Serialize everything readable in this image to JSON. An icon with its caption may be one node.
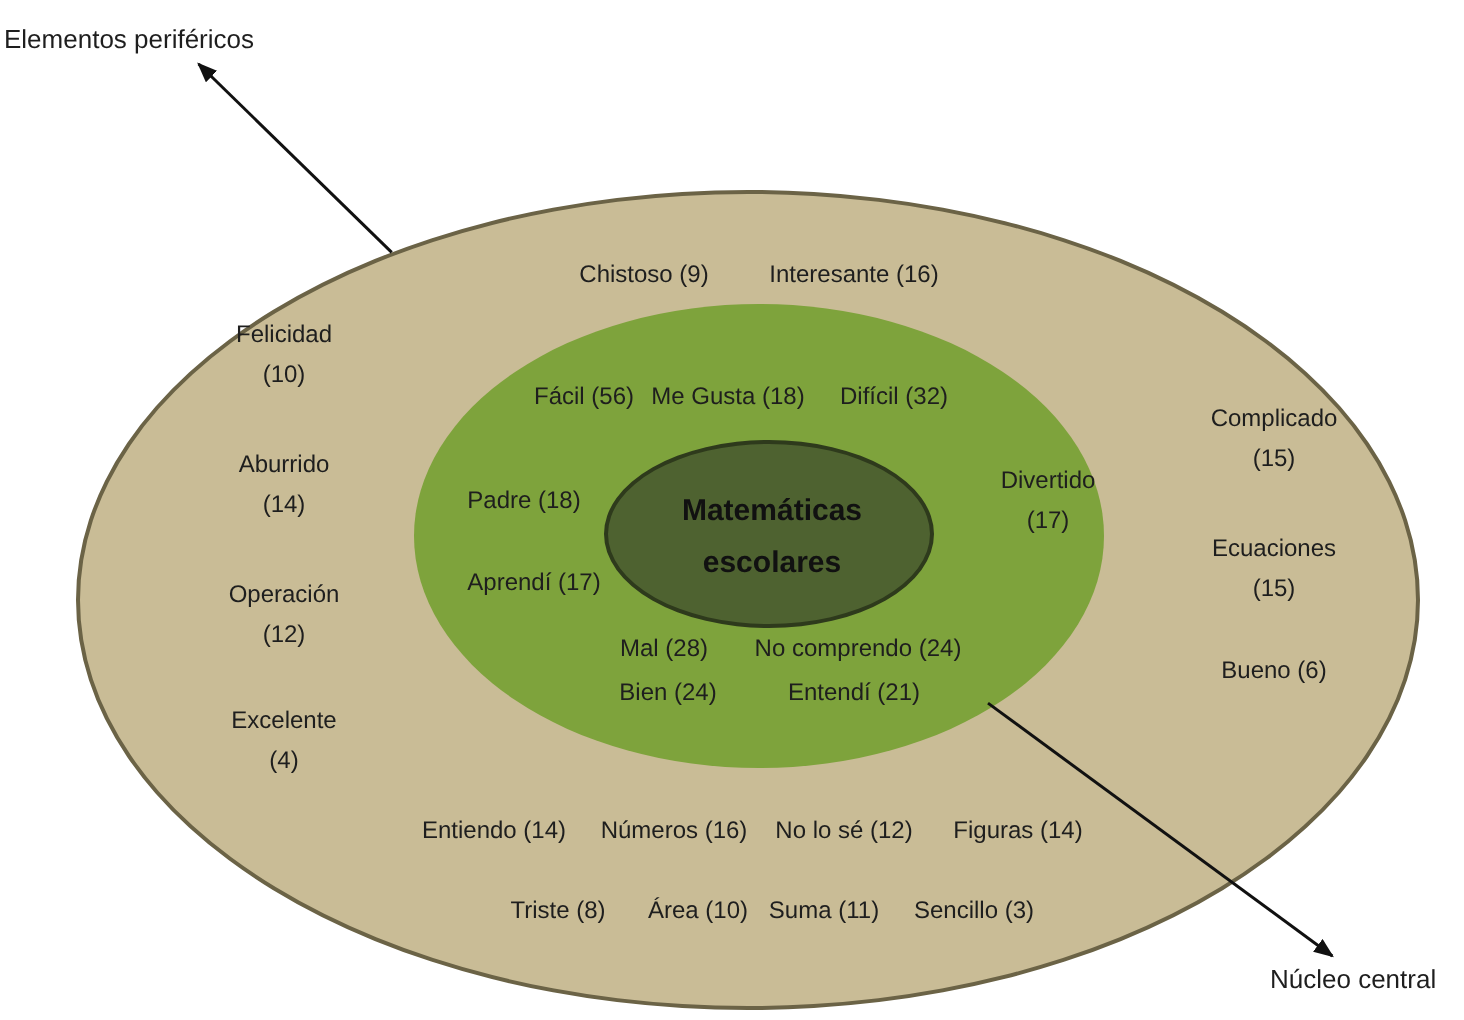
{
  "diagram": {
    "nodes": [
      {
        "text": [
          "Elementos periféricos"
        ]
      },
      {
        "text": [
          "Chistoso (9)",
          "Interesante (16)",
          "Felicidad (10)",
          "Aburrido (14)",
          "Operación (12)",
          "Excelente (4)",
          "Complicado (15)",
          "Ecuaciones (15)",
          "Bueno (6)",
          "Entiendo (14)",
          "Números (16)",
          "No lo sé (12)",
          "Figuras (14)",
          "Triste (8)",
          "Área (10)",
          "Suma (11)",
          "Sencillo (3)"
        ]
      },
      {
        "text": [
          "Fácil (56)",
          "Me Gusta (18)",
          "Difícil (32)",
          "Padre (18)",
          "Divertido (17)",
          "Aprendí (17)",
          "Mal (28)",
          "No comprendo (24)",
          "Bien (24)",
          "Entendí (21)"
        ],
        "in": 1
      },
      {
        "text": [
          "Matemáticas escolares"
        ],
        "in": 2
      },
      {
        "text": [
          "Núcleo central"
        ]
      }
    ],
    "edges": [
      {
        "from": 1,
        "to": 0,
        "arrow": "to"
      },
      {
        "from": 2,
        "to": 4,
        "arrow": "to"
      }
    ]
  }
}
